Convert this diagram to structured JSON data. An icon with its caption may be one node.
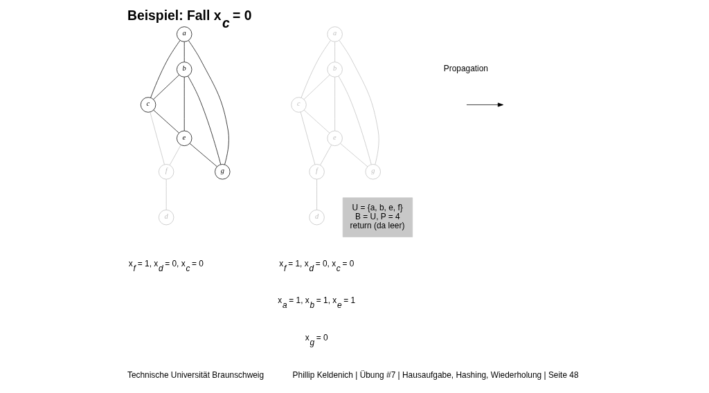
{
  "diagram": {
    "title": "Beispiel: Fall x$_{c}$ = 0",
    "nodes": [
      {
        "text": [
          "a"
        ]
      },
      {
        "text": [
          "b"
        ]
      },
      {
        "text": [
          "c"
        ]
      },
      {
        "text": [
          "d"
        ]
      },
      {
        "text": [
          "e"
        ]
      },
      {
        "text": [
          "f"
        ]
      },
      {
        "text": [
          "g"
        ]
      },
      {
        "text": [
          "a"
        ]
      },
      {
        "text": [
          "b"
        ]
      },
      {
        "text": [
          "c"
        ]
      },
      {
        "text": [
          "d"
        ]
      },
      {
        "text": [
          "e"
        ]
      },
      {
        "text": [
          "f"
        ]
      },
      {
        "text": [
          "g"
        ]
      },
      {
        "text": [
          "U = {a, b, e, f}",
          "B = U, P = 4",
          "return (da leer)"
        ]
      }
    ],
    "edges": [
      {
        "from": 0,
        "to": 6,
        "arrow": "none",
        "color": "#000000"
      },
      {
        "from": 0,
        "to": 1,
        "arrow": "none",
        "color": "#000000"
      },
      {
        "from": 0,
        "to": 2,
        "arrow": "none",
        "color": "#000000"
      },
      {
        "from": 1,
        "to": 2,
        "arrow": "none",
        "color": "#000000"
      },
      {
        "from": 1,
        "to": 4,
        "arrow": "none",
        "color": "#000000"
      },
      {
        "from": 1,
        "to": 6,
        "arrow": "none",
        "color": "#000000"
      },
      {
        "from": 2,
        "to": 4,
        "arrow": "none",
        "color": "#000000"
      },
      {
        "from": 4,
        "to": 6,
        "arrow": "none",
        "color": "#000000"
      },
      {
        "from": 4,
        "to": 5,
        "arrow": "none"
      },
      {
        "from": 2,
        "to": 5,
        "arrow": "none"
      },
      {
        "from": 5,
        "to": 3,
        "arrow": "none"
      },
      {
        "from": 7,
        "to": 13,
        "arrow": "none"
      },
      {
        "from": 7,
        "to": 8,
        "arrow": "none"
      },
      {
        "from": 7,
        "to": 9,
        "arrow": "none"
      },
      {
        "from": 8,
        "to": 9,
        "arrow": "none"
      },
      {
        "from": 8,
        "to": 11,
        "arrow": "none"
      },
      {
        "from": 8,
        "to": 13,
        "arrow": "none"
      },
      {
        "from": 9,
        "to": 11,
        "arrow": "none"
      },
      {
        "from": 11,
        "to": 13,
        "arrow": "none"
      },
      {
        "from": 11,
        "to": 12,
        "arrow": "none"
      },
      {
        "from": 9,
        "to": 12,
        "arrow": "none"
      },
      {
        "from": 12,
        "to": 10,
        "arrow": "none"
      }
    ],
    "labels": [
      "Propagation",
      "x$_{f}$ = 1, x$_{d}$ = 0, x$_{c}$ = 0",
      "x$_{f}$ = 1, x$_{d}$ = 0, x$_{c}$ = 0",
      "x$_{a}$ = 1, x$_{b}$ = 1, x$_{e}$ = 1",
      "x$_{g}$ = 0",
      "Technische Universität Braunschweig",
      "Phillip Keldenich | Übung #7 | Hausaufgabe, Hashing, Wiederholung | Seite 48"
    ]
  }
}
